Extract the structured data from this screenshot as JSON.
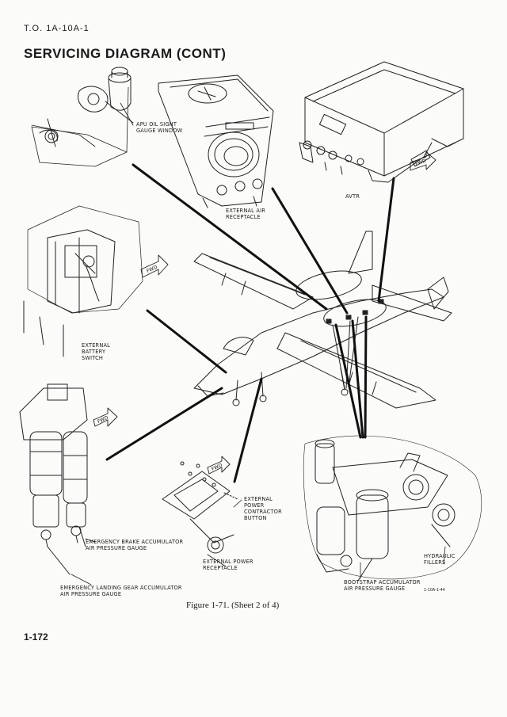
{
  "header": {
    "doc_number": "T.O. 1A-10A-1",
    "title": "SERVICING DIAGRAM (CONT)"
  },
  "labels": {
    "apu_oil": [
      "APU OIL SIGHT",
      "GAUGE WINDOW"
    ],
    "ext_air": [
      "EXTERNAL AIR",
      "RECEPTACLE"
    ],
    "avtr": [
      "AVTR"
    ],
    "ext_batt": [
      "EXTERNAL",
      "BATTERY",
      "SWITCH"
    ],
    "ext_pwr_btn": [
      "EXTERNAL",
      "POWER",
      "CONTRACTOR",
      "BUTTON"
    ],
    "emerg_brake": [
      "EMERGENCY BRAKE ACCUMULATOR",
      "AIR PRESSURE GAUGE"
    ],
    "ext_pwr_rcpt": [
      "EXTERNAL POWER",
      "RECEPTACLE"
    ],
    "hyd_fillers": [
      "HYDRAULIC",
      "FILLERS"
    ],
    "emerg_lg": [
      "EMERGENCY LANDING GEAR ACCUMULATOR",
      "AIR PRESSURE GAUGE"
    ],
    "bootstrap": [
      "BOOTSTRAP ACCUMULATOR",
      "AIR PRESSURE GAUGE"
    ]
  },
  "fwd_marker": "FWD",
  "figure_code": "1-10A-1-44",
  "caption": "Figure 1-71.  (Sheet 2 of 4)",
  "page_number": "1-172"
}
